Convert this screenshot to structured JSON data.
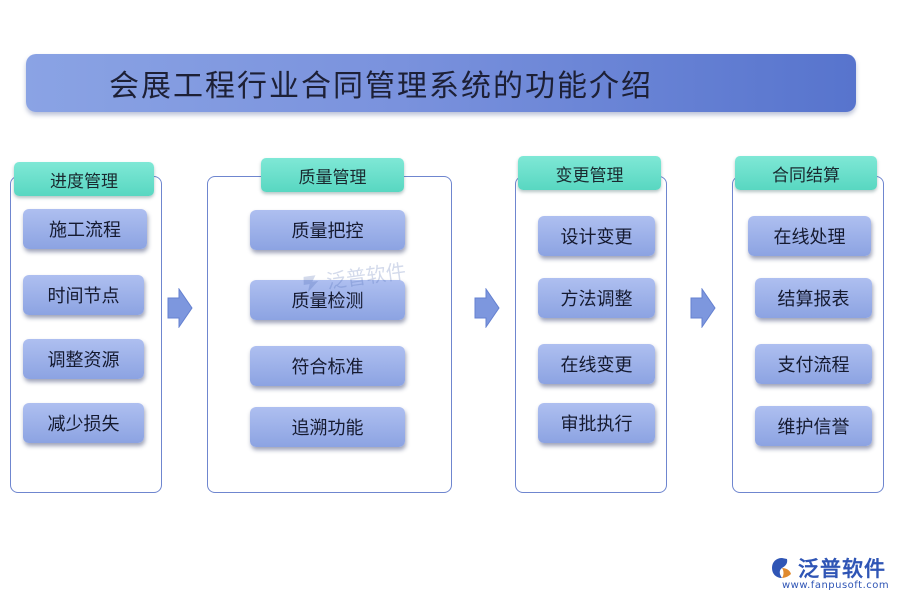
{
  "title": "会展工程行业合同管理系统的功能介绍",
  "colors": {
    "title_bar": "#7a92dd",
    "panel_border": "#6f86cf",
    "header_tag": "#58d7c1",
    "item": "#8ca3e2",
    "arrow": "#7d97de",
    "brand": "#2f55b5"
  },
  "columns": [
    {
      "header": "进度管理",
      "items": [
        "施工流程",
        "时间节点",
        "调整资源",
        "减少损失"
      ]
    },
    {
      "header": "质量管理",
      "items": [
        "质量把控",
        "质量检测",
        "符合标准",
        "追溯功能"
      ]
    },
    {
      "header": "变更管理",
      "items": [
        "设计变更",
        "方法调整",
        "在线变更",
        "审批执行"
      ]
    },
    {
      "header": "合同结算",
      "items": [
        "在线处理",
        "结算报表",
        "支付流程",
        "维护信誉"
      ]
    }
  ],
  "watermark": {
    "text": "泛普软件"
  },
  "brand": {
    "name": "泛普软件",
    "url": "www.fanpusoft.com"
  }
}
